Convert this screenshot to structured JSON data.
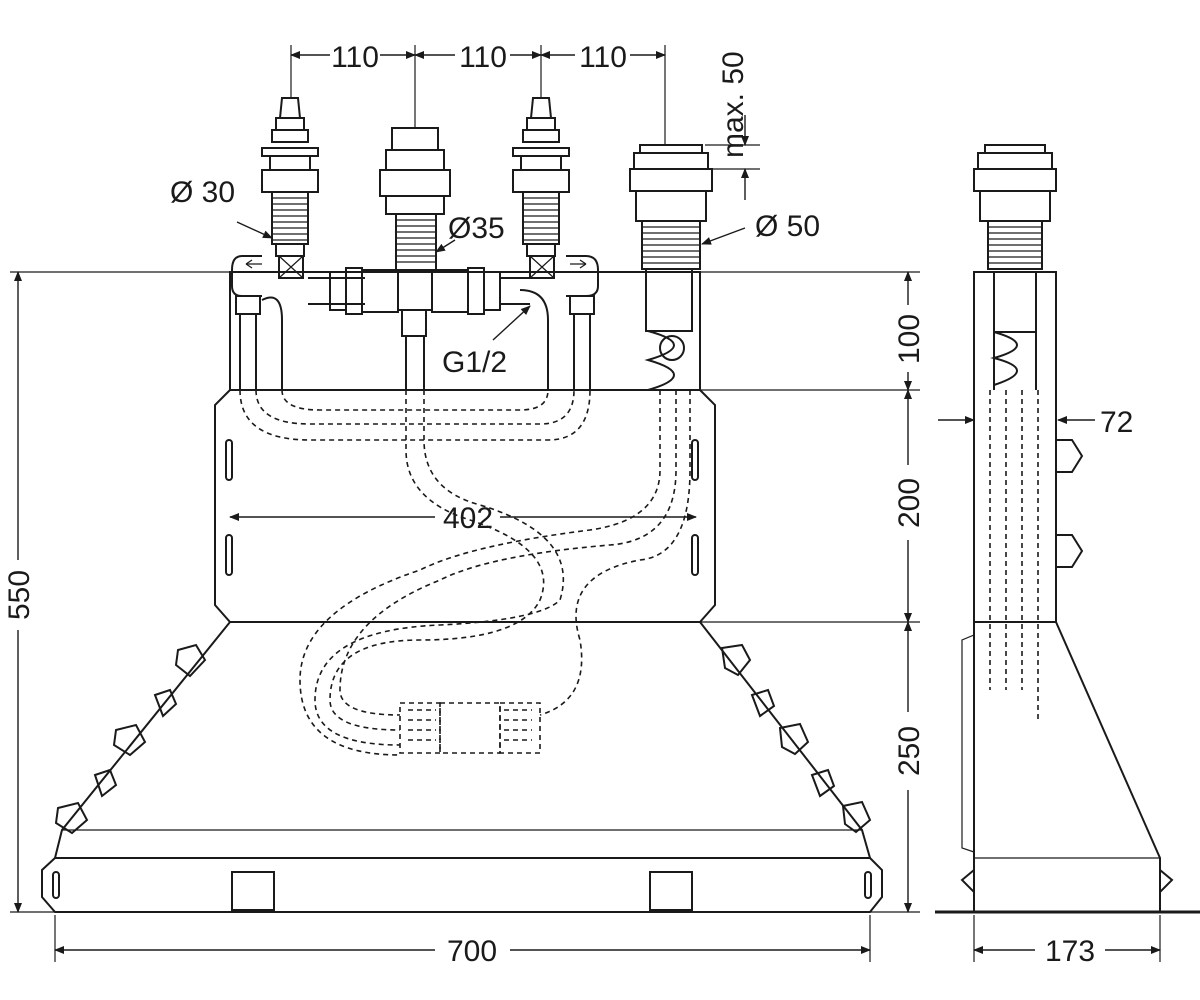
{
  "labels": {
    "dim_110_a": "110",
    "dim_110_b": "110",
    "dim_110_c": "110",
    "dim_max50": "max. 50",
    "dia_30": "Ø 30",
    "dia_35": "Ø35",
    "dia_50": "Ø 50",
    "thread": "G1/2",
    "dim_402": "402",
    "dim_550": "550",
    "dim_100": "100",
    "dim_200": "200",
    "dim_250": "250",
    "dim_700": "700",
    "dim_72": "72",
    "dim_173": "173"
  }
}
